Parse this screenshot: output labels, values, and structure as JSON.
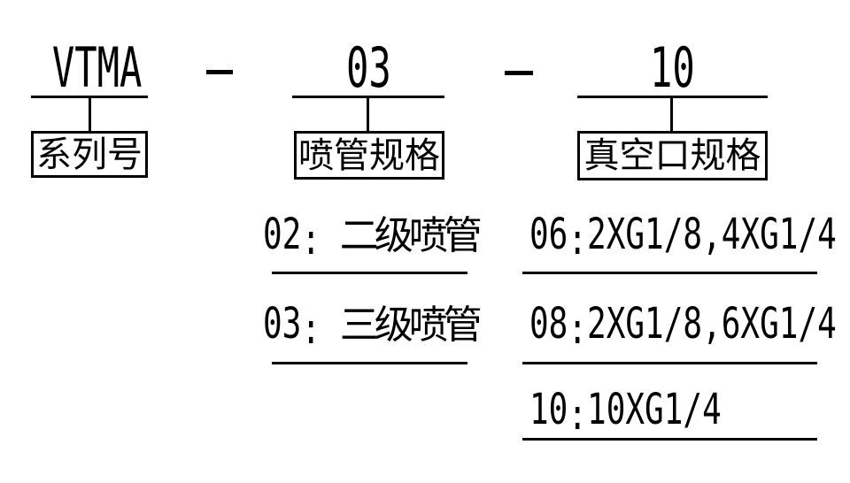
{
  "diagram": {
    "type": "model-code-breakdown",
    "separator_char": "-",
    "colon_char": ":",
    "colors": {
      "ink": "#000000",
      "background": "#ffffff"
    },
    "segments": [
      {
        "code": "VTMA",
        "label": "系列号"
      },
      {
        "code": "03",
        "label": "喷管规格"
      },
      {
        "code": "10",
        "label": "真空口规格"
      }
    ],
    "nozzle_options": [
      {
        "value": "02",
        "desc": "二级喷管"
      },
      {
        "value": "03",
        "desc": "三级喷管"
      }
    ],
    "vacuum_port_options": [
      {
        "value": "06",
        "desc": "2XG1/8,4XG1/4"
      },
      {
        "value": "08",
        "desc": "2XG1/8,6XG1/4"
      },
      {
        "value": "10",
        "desc": "10XG1/4"
      }
    ]
  }
}
